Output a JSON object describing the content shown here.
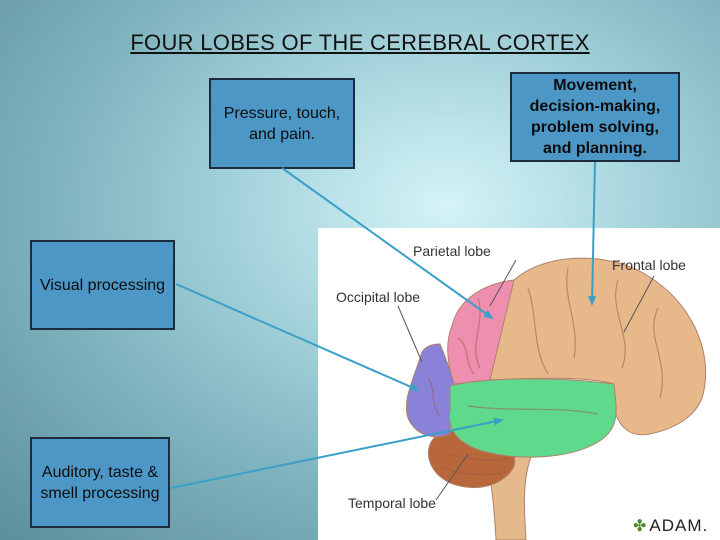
{
  "title": "FOUR LOBES OF THE CEREBRAL CORTEX",
  "boxes": {
    "pressure": "Pressure, touch, and pain.",
    "movement": "Movement, decision-making, problem solving, and planning.",
    "visual": "Visual processing",
    "auditory": "Auditory, taste & smell processing"
  },
  "figure": {
    "labels": {
      "parietal": "Parietal lobe",
      "frontal": "Frontal lobe",
      "occipital": "Occipital lobe",
      "temporal": "Temporal lobe"
    },
    "logo": "ADAM.",
    "lobe_colors": {
      "frontal": "#e7b98a",
      "parietal": "#ee8fb0",
      "occipital": "#8a82d8",
      "temporal": "#5fd98c",
      "cerebellum": "#b8673a",
      "brainstem": "#e4b98c"
    }
  },
  "arrow_color": "#3aa0c9"
}
